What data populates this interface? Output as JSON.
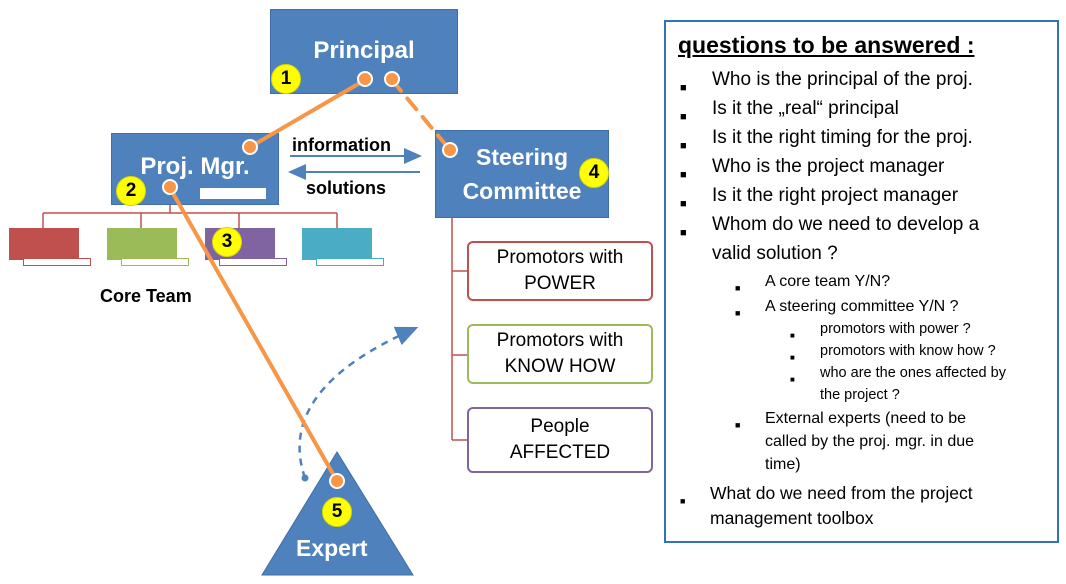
{
  "nodes": {
    "principal": "Principal",
    "proj_mgr": "Proj. Mgr.",
    "steering_line1": "Steering",
    "steering_line2": "Committee",
    "expert": "Expert",
    "core_team": "Core Team"
  },
  "flows": {
    "information": "information",
    "solutions": "solutions"
  },
  "badges": [
    "1",
    "2",
    "3",
    "4",
    "5"
  ],
  "promotor_boxes": [
    {
      "line1": "Promotors with",
      "line2": "POWER",
      "color": "#c0504d"
    },
    {
      "line1": "Promotors with",
      "line2": "KNOW HOW",
      "color": "#9bbb59"
    },
    {
      "line1": "People",
      "line2": "AFFECTED",
      "color": "#8064a2"
    }
  ],
  "team_colors": [
    "#c0504d",
    "#9bbb59",
    "#8064a2",
    "#4bacc6"
  ],
  "colors": {
    "node_blue": "#4f81bd",
    "connector_orange": "#f79646",
    "badge_yellow": "#ffff00",
    "panel_border": "#2e75b6"
  },
  "questions": {
    "title": "questions to be answered :",
    "items": [
      "Who  is the principal of the proj.",
      "Is it the „real“ principal",
      "Is it the right timing for the proj.",
      "Who is the project manager",
      "Is it the right project manager",
      "Whom do we need to develop a",
      "valid solution ?",
      "A core team Y/N?",
      "A steering committee Y/N ?",
      "promotors with power ?",
      "promotors with know how ?",
      "who are the ones affected by",
      "the project ?",
      "External experts (need to be",
      "called by the proj. mgr. in due",
      "time)",
      "What do we need from the project",
      "management toolbox"
    ]
  }
}
